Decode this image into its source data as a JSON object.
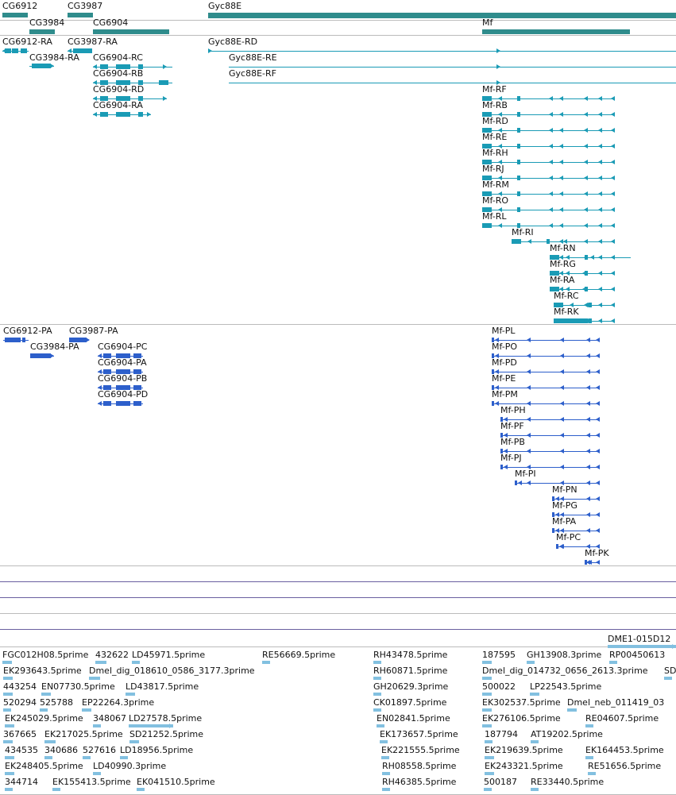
{
  "colors": {
    "gene": "#2f8c8c",
    "rna": "#1a9bb5",
    "protein": "#2d5fcb",
    "est": "#82c0e0",
    "separator": "#bbbbbb",
    "purple": "#6a5fa0"
  },
  "genes": [
    {
      "label": "CG6912"
    },
    {
      "label": "CG3987"
    },
    {
      "label": "CG3984"
    },
    {
      "label": "CG6904"
    },
    {
      "label": "Gyc88E"
    },
    {
      "label": "Mf"
    }
  ],
  "transcripts": [
    {
      "label": "CG6912-RA"
    },
    {
      "label": "CG3987-RA"
    },
    {
      "label": "CG3984-RA"
    },
    {
      "label": "CG6904-RC"
    },
    {
      "label": "CG6904-RB"
    },
    {
      "label": "CG6904-RD"
    },
    {
      "label": "CG6904-RA"
    },
    {
      "label": "Gyc88E-RD"
    },
    {
      "label": "Gyc88E-RE"
    },
    {
      "label": "Gyc88E-RF"
    },
    {
      "label": "Mf-RF"
    },
    {
      "label": "Mf-RB"
    },
    {
      "label": "Mf-RD"
    },
    {
      "label": "Mf-RE"
    },
    {
      "label": "Mf-RH"
    },
    {
      "label": "Mf-RJ"
    },
    {
      "label": "Mf-RM"
    },
    {
      "label": "Mf-RO"
    },
    {
      "label": "Mf-RL"
    },
    {
      "label": "Mf-RI"
    },
    {
      "label": "Mf-RN"
    },
    {
      "label": "Mf-RG"
    },
    {
      "label": "Mf-RA"
    },
    {
      "label": "Mf-RC"
    },
    {
      "label": "Mf-RK"
    }
  ],
  "proteins": [
    {
      "label": "CG6912-PA"
    },
    {
      "label": "CG3987-PA"
    },
    {
      "label": "CG3984-PA"
    },
    {
      "label": "CG6904-PC"
    },
    {
      "label": "CG6904-PA"
    },
    {
      "label": "CG6904-PB"
    },
    {
      "label": "CG6904-PD"
    },
    {
      "label": "Mf-PL"
    },
    {
      "label": "Mf-PO"
    },
    {
      "label": "Mf-PD"
    },
    {
      "label": "Mf-PE"
    },
    {
      "label": "Mf-PM"
    },
    {
      "label": "Mf-PH"
    },
    {
      "label": "Mf-PF"
    },
    {
      "label": "Mf-PB"
    },
    {
      "label": "Mf-PJ"
    },
    {
      "label": "Mf-PI"
    },
    {
      "label": "Mf-PN"
    },
    {
      "label": "Mf-PG"
    },
    {
      "label": "Mf-PA"
    },
    {
      "label": "Mf-PC"
    },
    {
      "label": "Mf-PK"
    }
  ],
  "ests": [
    {
      "label": "DME1-015D12"
    },
    {
      "label": "FGC012H08.5prime"
    },
    {
      "label": "432622"
    },
    {
      "label": "LD45971.5prime"
    },
    {
      "label": "RE56669.5prime"
    },
    {
      "label": "RH43478.5prime"
    },
    {
      "label": "187595"
    },
    {
      "label": "GH13908.3prime"
    },
    {
      "label": "RP00450613"
    },
    {
      "label": "EK293643.5prime"
    },
    {
      "label": "Dmel_dig_018610_0586_3177.3prime"
    },
    {
      "label": "RH60871.5prime"
    },
    {
      "label": "Dmel_dig_014732_0656_2613.3prime"
    },
    {
      "label": "SD"
    },
    {
      "label": "443254"
    },
    {
      "label": "EN07730.5prime"
    },
    {
      "label": "LD43817.5prime"
    },
    {
      "label": "GH20629.3prime"
    },
    {
      "label": "500022"
    },
    {
      "label": "LP22543.5prime"
    },
    {
      "label": "520294"
    },
    {
      "label": "525788"
    },
    {
      "label": "EP22264.3prime"
    },
    {
      "label": "CK01897.5prime"
    },
    {
      "label": "EK302537.5prime"
    },
    {
      "label": "Dmel_neb_011419_03"
    },
    {
      "label": "EK245029.5prime"
    },
    {
      "label": "348067"
    },
    {
      "label": "LD27578.5prime"
    },
    {
      "label": "EN02841.5prime"
    },
    {
      "label": "EK276106.5prime"
    },
    {
      "label": "RE04607.5prime"
    },
    {
      "label": "367665"
    },
    {
      "label": "EK217025.5prime"
    },
    {
      "label": "SD21252.5prime"
    },
    {
      "label": "EK173657.5prime"
    },
    {
      "label": "187794"
    },
    {
      "label": "AT19202.5prime"
    },
    {
      "label": "434535"
    },
    {
      "label": "340686"
    },
    {
      "label": "527616"
    },
    {
      "label": "LD18956.5prime"
    },
    {
      "label": "EK221555.5prime"
    },
    {
      "label": "EK219639.5prime"
    },
    {
      "label": "EK164453.5prime"
    },
    {
      "label": "EK248405.5prime"
    },
    {
      "label": "LD40990.3prime"
    },
    {
      "label": "RH08558.5prime"
    },
    {
      "label": "EK243321.5prime"
    },
    {
      "label": "RE51656.5prime"
    },
    {
      "label": "344714"
    },
    {
      "label": "EK155413.5prime"
    },
    {
      "label": "EK041510.5prime"
    },
    {
      "label": "RH46385.5prime"
    },
    {
      "label": "500187"
    },
    {
      "label": "RE33440.5prime"
    }
  ]
}
